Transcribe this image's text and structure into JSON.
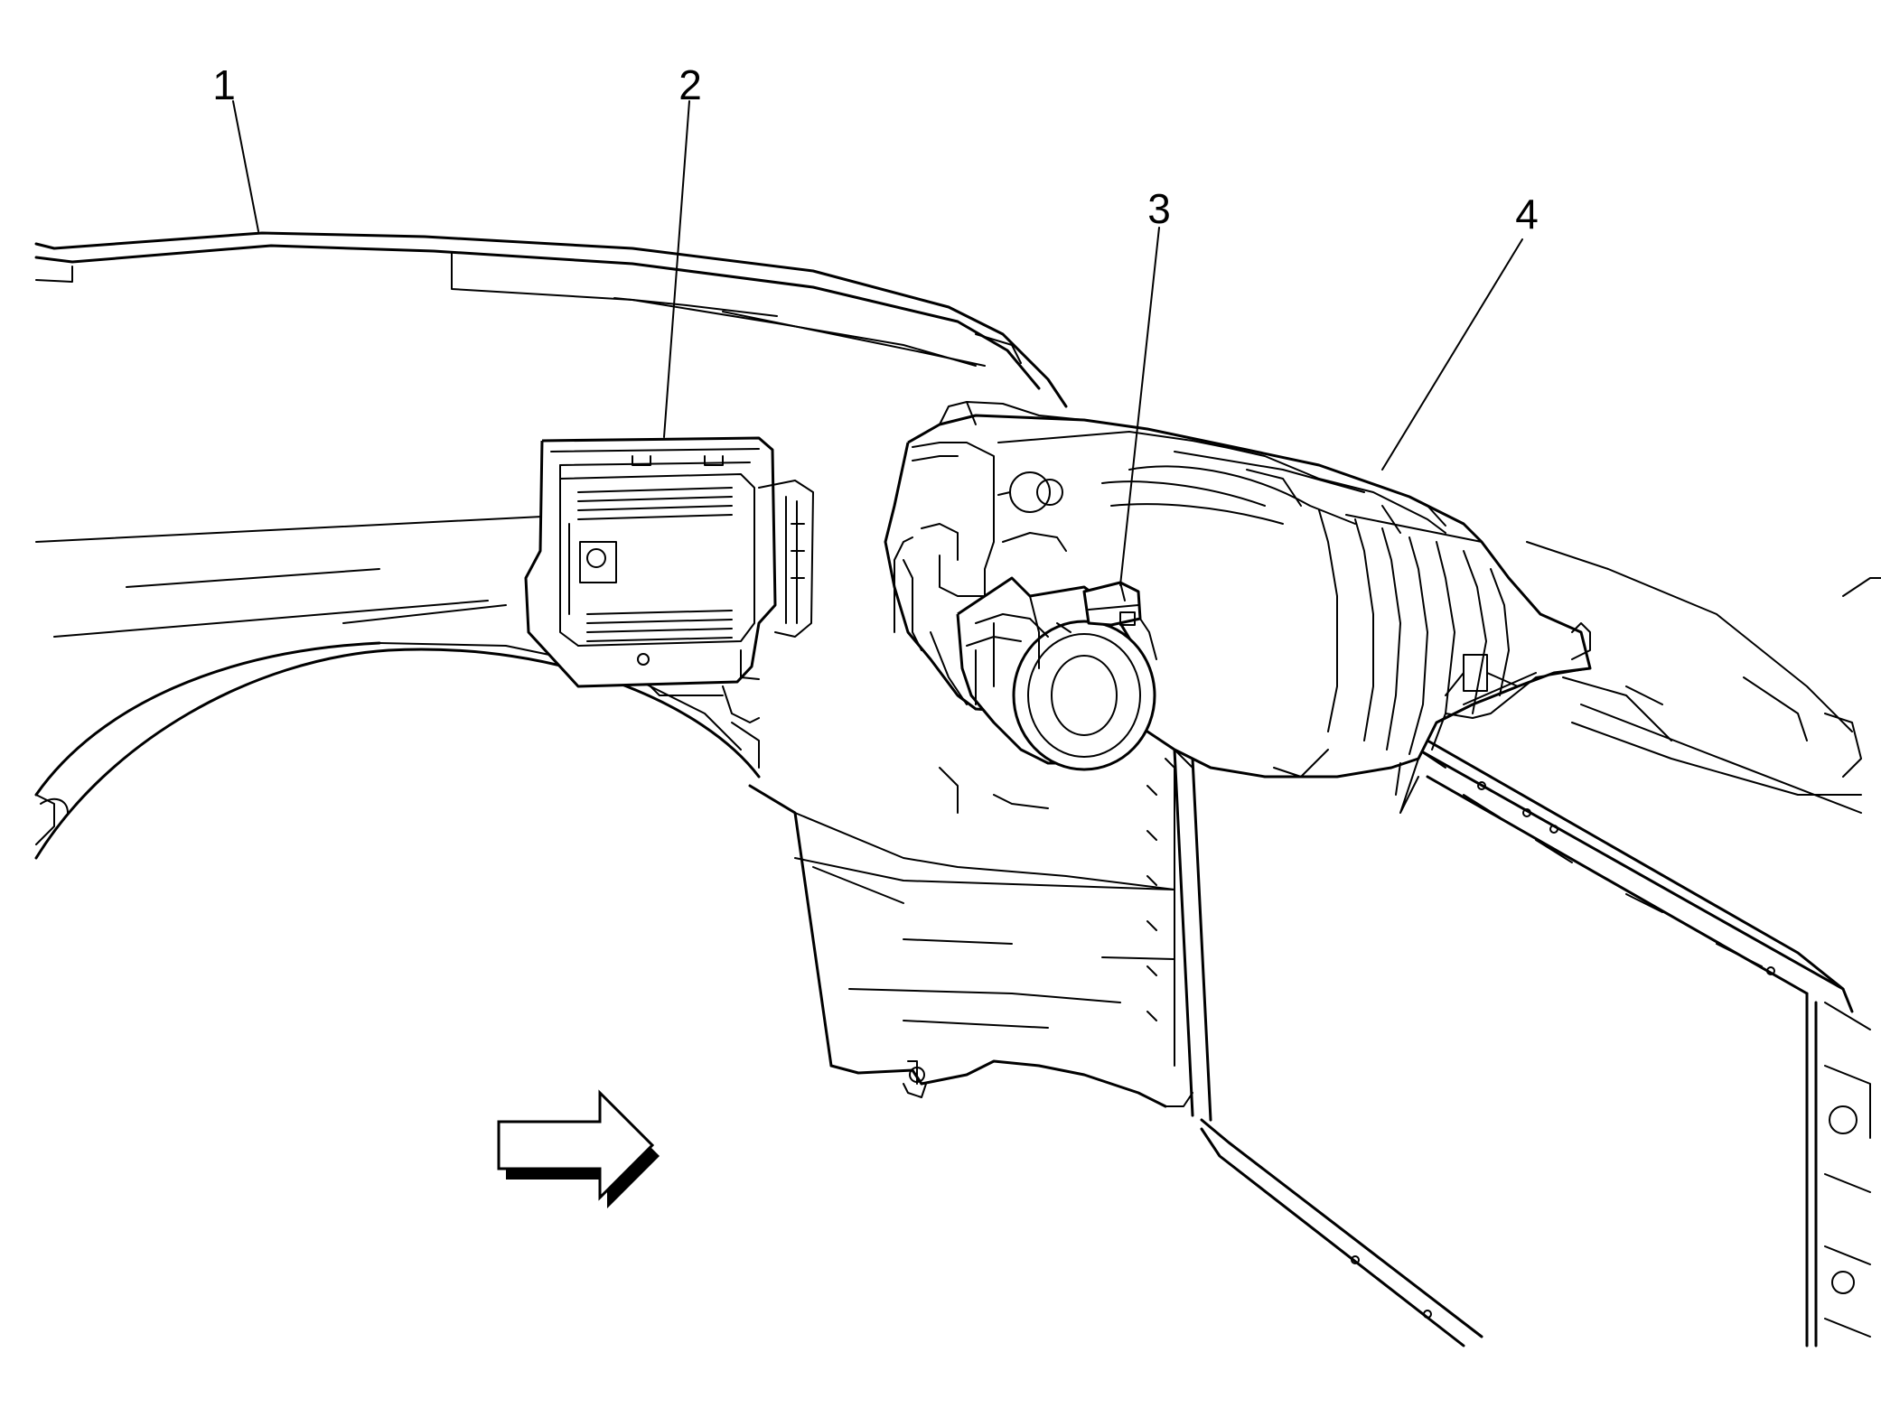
{
  "callouts": [
    {
      "number": "1"
    },
    {
      "number": "2"
    },
    {
      "number": "3"
    },
    {
      "number": "4"
    }
  ],
  "icons": {
    "direction_arrow": "right-arrow-icon"
  },
  "colors": {
    "line": "#000000",
    "background": "#ffffff"
  }
}
